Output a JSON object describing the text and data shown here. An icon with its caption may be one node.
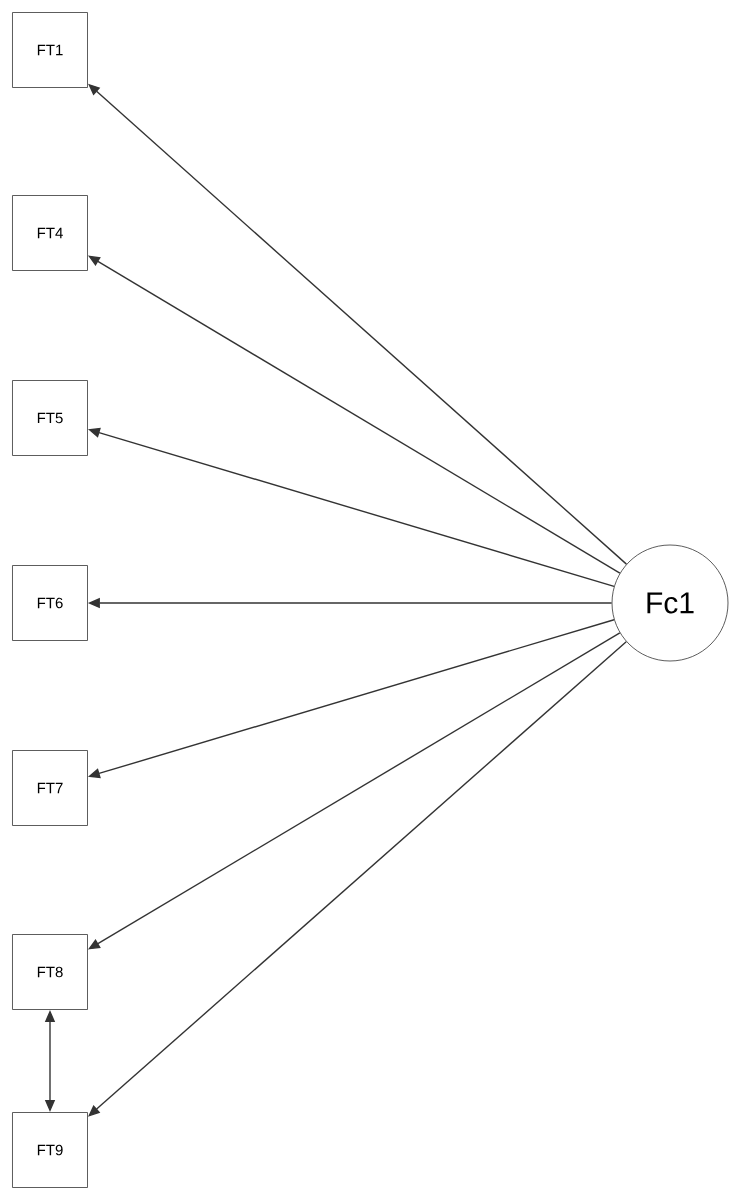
{
  "diagram": {
    "nodes": [
      {
        "text": [
          "FT1"
        ]
      },
      {
        "text": [
          "FT4"
        ]
      },
      {
        "text": [
          "FT5"
        ]
      },
      {
        "text": [
          "FT6"
        ]
      },
      {
        "text": [
          "FT7"
        ]
      },
      {
        "text": [
          "FT8"
        ]
      },
      {
        "text": [
          "FT9"
        ]
      },
      {
        "text": [
          "Fc1"
        ]
      }
    ],
    "edges": [
      {
        "from": 7,
        "to": 0,
        "arrow": "to"
      },
      {
        "from": 7,
        "to": 1,
        "arrow": "to"
      },
      {
        "from": 7,
        "to": 2,
        "arrow": "to"
      },
      {
        "from": 7,
        "to": 3,
        "arrow": "to"
      },
      {
        "from": 7,
        "to": 4,
        "arrow": "to"
      },
      {
        "from": 7,
        "to": 5,
        "arrow": "to"
      },
      {
        "from": 7,
        "to": 6,
        "arrow": "to"
      },
      {
        "from": 5,
        "to": 6,
        "arrow": "both"
      }
    ]
  }
}
